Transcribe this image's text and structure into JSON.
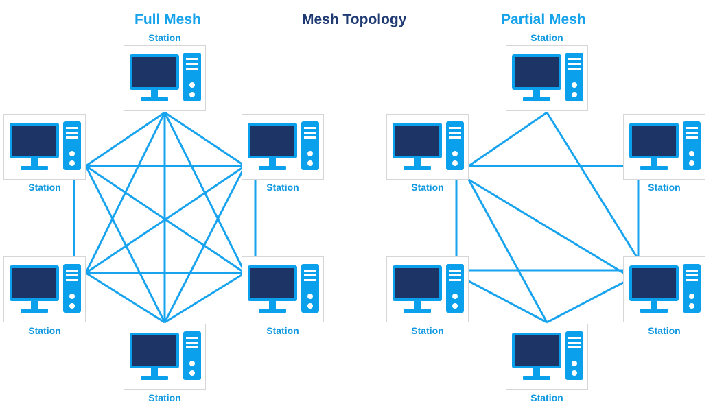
{
  "title": "Mesh Topology",
  "colors": {
    "link": "#18a3ef",
    "device": "#0ba0ec",
    "screen": "#1d3566",
    "title": "#1f3a73",
    "subtitle": "#16a3ec"
  },
  "left": {
    "title": "Full Mesh",
    "stations": [
      {
        "id": "top",
        "label": "Station"
      },
      {
        "id": "upper-left",
        "label": "Station"
      },
      {
        "id": "upper-right",
        "label": "Station"
      },
      {
        "id": "lower-left",
        "label": "Station"
      },
      {
        "id": "lower-right",
        "label": "Station"
      },
      {
        "id": "bottom",
        "label": "Station"
      }
    ]
  },
  "right": {
    "title": "Partial Mesh",
    "stations": [
      {
        "id": "top",
        "label": "Station"
      },
      {
        "id": "upper-left",
        "label": "Station"
      },
      {
        "id": "upper-right",
        "label": "Station"
      },
      {
        "id": "lower-left",
        "label": "Station"
      },
      {
        "id": "lower-right",
        "label": "Station"
      },
      {
        "id": "bottom",
        "label": "Station"
      }
    ]
  }
}
